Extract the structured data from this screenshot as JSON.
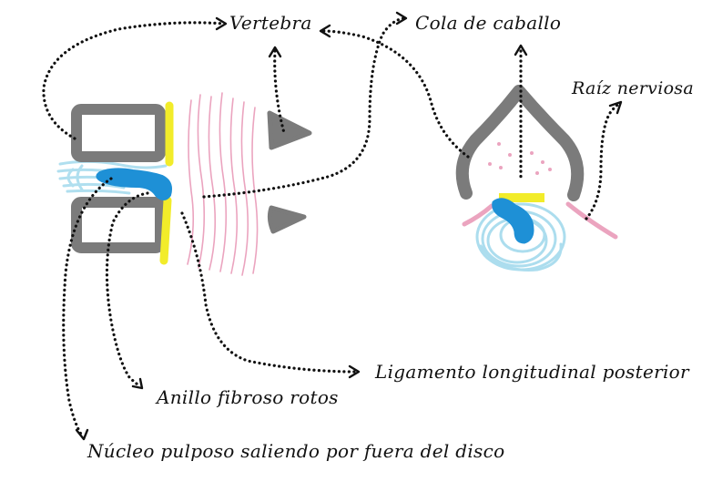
{
  "labels": {
    "vertebra": "Vertebra",
    "cola_de_caballo": "Cola de caballo",
    "raiz_nerviosa": "Raíz nerviosa",
    "ligamento": "Ligamento longitudinal posterior",
    "anillo": "Anillo fibroso rotos",
    "nucleo": "Núcleo pulposo saliendo por fuera del disco"
  },
  "colors": {
    "bone": "#7b7b7b",
    "nucleus": "#1e90d6",
    "annulus": "#a8dcee",
    "ligament": "#f2ec2a",
    "nerve": "#eba4bf",
    "arrow": "#111111"
  }
}
